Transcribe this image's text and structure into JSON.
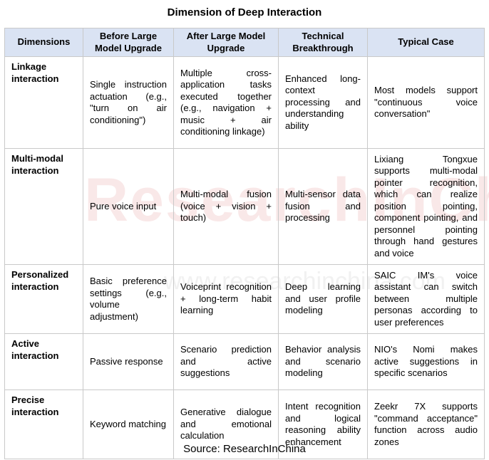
{
  "title": "Dimension of Deep Interaction",
  "headers": [
    "Dimensions",
    "Before Large Model Upgrade",
    "After Large Model Upgrade",
    "Technical Breakthrough",
    "Typical Case"
  ],
  "rows": [
    {
      "dimension": "Linkage interaction",
      "before": "Single instruction actuation (e.g., \"turn on air conditioning\")",
      "after": "Multiple cross-application tasks executed together (e.g., navigation + music + air conditioning linkage)",
      "breakthrough": "Enhanced long-context processing and understanding ability",
      "case": "Most models support \"continuous voice conversation\""
    },
    {
      "dimension": "Multi-modal interaction",
      "before": "Pure voice input",
      "after": "Multi-modal fusion (voice + vision + touch)",
      "breakthrough": "Multi-sensor data fusion and processing",
      "case": "Lixiang Tongxue supports multi-modal pointer recognition, which can realize position pointing, component pointing, and personnel pointing through hand gestures and voice"
    },
    {
      "dimension": "Personalized interaction",
      "before": "Basic preference settings (e.g., volume adjustment)",
      "after": "Voiceprint recognition + long-term habit learning",
      "breakthrough": "Deep learning and user profile modeling",
      "case": "SAIC IM's voice assistant can switch between multiple personas according to user preferences"
    },
    {
      "dimension": "Active interaction",
      "before": "Passive response",
      "after": "Scenario prediction and active suggestions",
      "breakthrough": "Behavior analysis and scenario modeling",
      "case": "NIO's Nomi makes active suggestions in specific scenarios"
    },
    {
      "dimension": "Precise interaction",
      "before": "Keyword matching",
      "after": "Generative dialogue and emotional calculation",
      "breakthrough": "Intent recognition and logical reasoning ability enhancement",
      "case": "Zeekr 7X supports \"command acceptance\" function across audio zones"
    }
  ],
  "source": "Source: ResearchInChina",
  "watermark": "ResearchInChina",
  "watermark_url": "www.researchinchina.com"
}
